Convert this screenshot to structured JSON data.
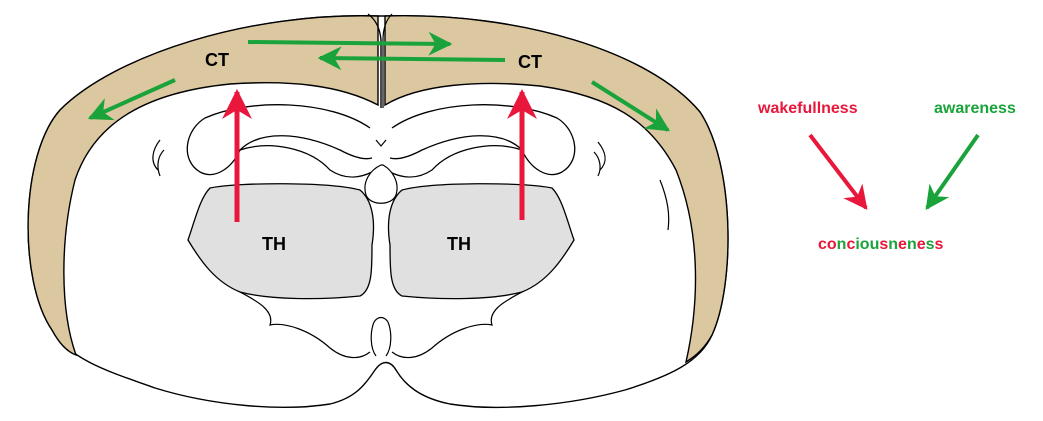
{
  "labels": {
    "cortex_left": "CT",
    "cortex_right": "CT",
    "thalamus_left": "TH",
    "thalamus_right": "TH"
  },
  "legend": {
    "wakefulness": "wakefullness",
    "awareness": "awareness",
    "consciousness_parts": [
      {
        "text": "co",
        "color": "#e8173b"
      },
      {
        "text": "n",
        "color": "#1aa33a"
      },
      {
        "text": "c",
        "color": "#e8173b"
      },
      {
        "text": "iou",
        "color": "#1aa33a"
      },
      {
        "text": "s",
        "color": "#e8173b"
      },
      {
        "text": "n",
        "color": "#1aa33a"
      },
      {
        "text": "e",
        "color": "#e8173b"
      },
      {
        "text": "n",
        "color": "#1aa33a"
      },
      {
        "text": "e",
        "color": "#e8173b"
      },
      {
        "text": "s",
        "color": "#1aa33a"
      },
      {
        "text": "s",
        "color": "#e8173b"
      }
    ]
  },
  "colors": {
    "cortex_fill": "#dcc8a0",
    "thalamus_fill": "#e0e0e0",
    "outline": "#000000",
    "wakefulness": "#e8173b",
    "awareness": "#1aa33a",
    "label": "#000000"
  }
}
